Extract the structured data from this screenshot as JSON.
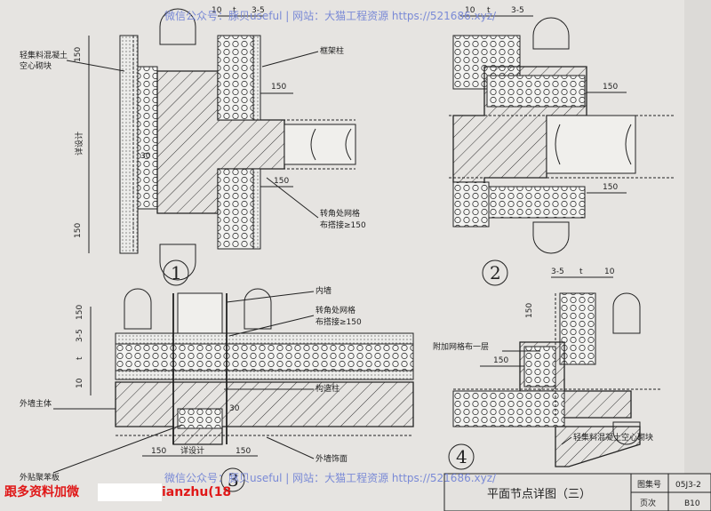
{
  "watermark_top": "微信公众号：豚贝useful | 网站：大猫工程资源 https://521686.xyz/",
  "watermark_bottom": "微信公众号：豚贝useful | 网站：大猫工程资源 https://521686.xyz/",
  "detail1": {
    "number": "1",
    "label_block": [
      "轻集料混凝土",
      "空心砌块"
    ],
    "label_column": "框架柱",
    "label_mesh": [
      "转角处网格",
      "布搭接≥150"
    ],
    "label_design": "详设计",
    "dims_top": [
      "10",
      "t",
      "3-5"
    ],
    "dim_150_a": "150",
    "dim_150_b": "150",
    "dim_150_left_top": "150",
    "dim_150_left_bottom": "150",
    "dim_30": "30"
  },
  "detail2": {
    "number": "2",
    "dims_top": [
      "10",
      "t",
      "3-5"
    ],
    "dim_150_a": "150",
    "dim_150_b": "150"
  },
  "detail3": {
    "number": "3",
    "label_inner_wall": "内墙",
    "label_mesh": [
      "转角处网格",
      "布搭接≥150"
    ],
    "label_const_col": "构造柱",
    "label_ext_wall": "外墙主体",
    "label_finish": "外墙饰面",
    "label_eps": "外贴聚苯板",
    "dims_left": [
      "150",
      "3-5",
      "t",
      "10"
    ],
    "dims_bottom": [
      "150",
      "详设计",
      "150"
    ],
    "dim_30": "30"
  },
  "detail4": {
    "number": "4",
    "label_extra_mesh": "附加网格布一层",
    "label_block": "轻集料混凝土空心砌块",
    "dims_top": [
      "3-5",
      "t",
      "10"
    ],
    "dim_150_a": "150",
    "dim_150_b": "150"
  },
  "title_block": {
    "title": "平面节点详图（三）",
    "atlas_label": "图集号",
    "atlas_value": "05J3-2",
    "page_label": "页次",
    "page_value": "B10"
  },
  "red_note": "跟多资料加微",
  "red_note_2": "ianzhu(18"
}
